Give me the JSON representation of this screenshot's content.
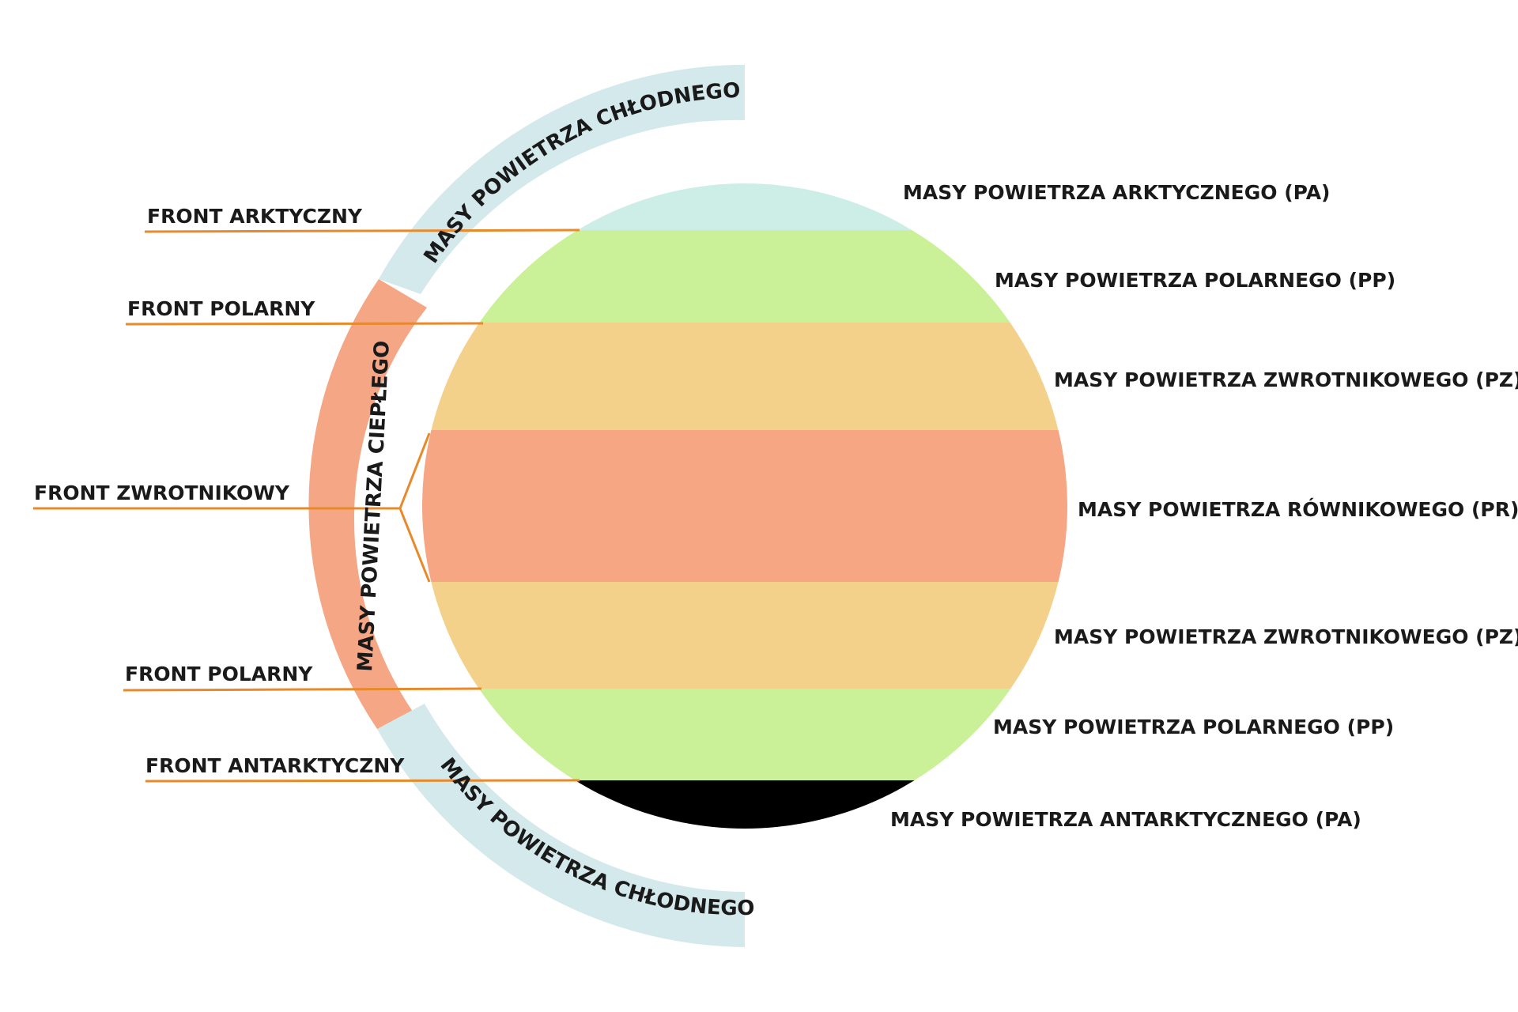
{
  "colors": {
    "arctic": "#cdeee6",
    "polar": "#caf197",
    "tropical": "#f3d18a",
    "equatorial": "#f6a683",
    "cold_arc": "#d3e9ec",
    "warm_arc": "#f5a684",
    "front_line": "#e8892a",
    "text": "#1a1a1a"
  },
  "fronts": {
    "arctic": "FRONT ARKTYCZNY",
    "polar_north": "FRONT POLARNY",
    "tropical": "FRONT ZWROTNIKOWY",
    "polar_south": "FRONT POLARNY",
    "antarctic": "FRONT ANTARKTYCZNY"
  },
  "arcs": {
    "cold_north": "MASY POWIETRZA CHŁODNEGO",
    "warm": "MASY POWIETRZA CIEPŁEGO",
    "cold_south": "MASY POWIETRZA CHŁODNEGO"
  },
  "masses": {
    "arctic": "MASY POWIETRZA ARKTYCZNEGO (PA)",
    "polar_north": "MASY POWIETRZA POLARNEGO (PP)",
    "tropical_north": "MASY POWIETRZA ZWROTNIKOWEGO (PZ)",
    "equatorial": "MASY POWIETRZA RÓWNIKOWEGO (PR)",
    "tropical_south": "MASY POWIETRZA ZWROTNIKOWEGO (PZ)",
    "polar_south": "MASY POWIETRZA POLARNEGO (PP)",
    "antarctic": "MASY POWIETRZA ANTARKTYCZNEGO (PA)"
  }
}
